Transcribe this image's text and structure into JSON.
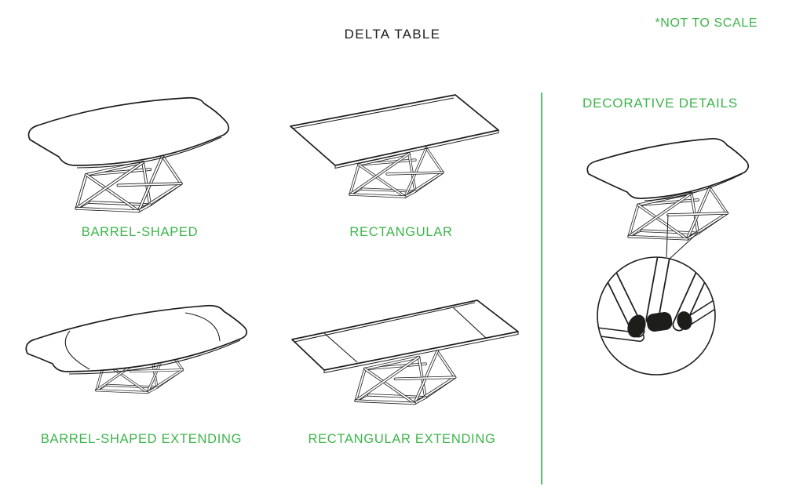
{
  "page": {
    "title": "DELTA TABLE",
    "scale_note": "*NOT TO SCALE"
  },
  "colors": {
    "ink": "#1d1d1b",
    "accent_green": "#3cb54a",
    "divider_green": "#55c46e",
    "background": "#ffffff"
  },
  "variants": [
    {
      "id": "barrel-shaped",
      "label": "BARREL-SHAPED",
      "illustration": "barrel-shaped-top-table-line-drawing"
    },
    {
      "id": "rectangular",
      "label": "RECTANGULAR",
      "illustration": "rectangular-top-table-line-drawing"
    },
    {
      "id": "barrel-shaped-extending",
      "label": "BARREL-SHAPED EXTENDING",
      "illustration": "barrel-shaped-extending-top-table-line-drawing"
    },
    {
      "id": "rectangular-extending",
      "label": "RECTANGULAR EXTENDING",
      "illustration": "rectangular-extending-top-table-line-drawing"
    }
  ],
  "details_panel": {
    "heading": "DECORATIVE DETAILS",
    "illustration": "table-base-joint-magnified-circle-detail"
  }
}
